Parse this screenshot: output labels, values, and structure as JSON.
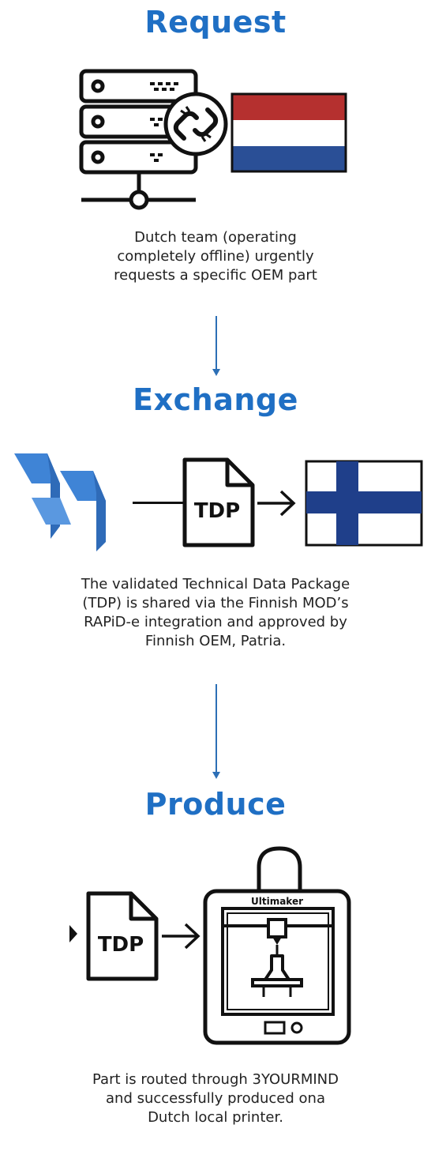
{
  "steps": [
    {
      "title": "Request",
      "description": "Dutch team (operating completely offline) urgently requests a specific OEM part"
    },
    {
      "title": "Exchange",
      "description": "The validated Technical Data Package (TDP) is shared via the Finnish MOD’s RAPiD-e integration and approved by Finnish OEM, Patria."
    },
    {
      "title": "Produce",
      "description": "Part is routed through 3YOURMIND and successfully produced ona Dutch local printer."
    }
  ],
  "labels": {
    "tdp_doc_1": "TDP",
    "tdp_doc_2": "TDP",
    "printer_brand": "Ultimaker"
  },
  "icons": {
    "request": [
      "server-icon",
      "broken-link-icon",
      "netherlands-flag-icon"
    ],
    "exchange": [
      "rapid-e-logo-icon",
      "tdp-document-icon",
      "finland-flag-icon"
    ],
    "produce": [
      "tdp-document-icon",
      "3d-printer-icon"
    ]
  },
  "colors": {
    "heading": "#1f6fc4",
    "arrow": "#2c6fb6",
    "nl_red": "#b5302f",
    "nl_blue": "#2a4f96",
    "fi_blue": "#1f3f8a",
    "logo_blue": "#3f84d6"
  }
}
